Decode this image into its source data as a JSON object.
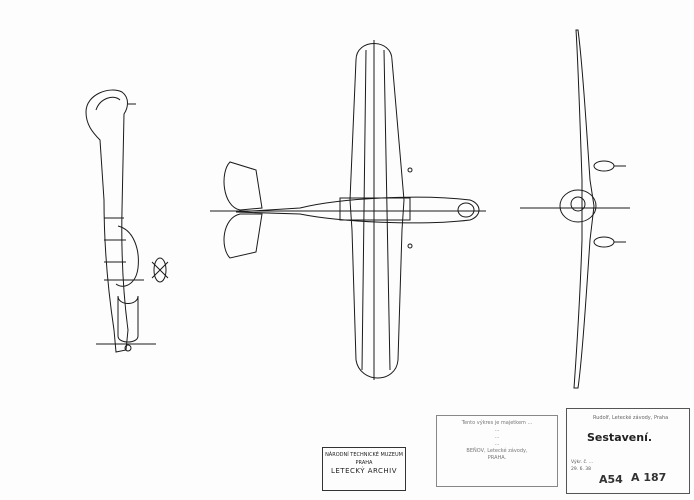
{
  "document": {
    "title": "Sestavení.",
    "drawing_number": "A 187",
    "sheet_code": "A54",
    "company_line": "Rudolf, Letecké závody, Praha",
    "meta_lines": [
      "Výkr. č. ...",
      "29. 6. 38"
    ],
    "museum_stamp": {
      "line1": "NÁRODNÍ TECHNICKÉ MUZEUM",
      "line2": "PRAHA",
      "line3": "LETECKÝ ARCHIV"
    },
    "notice_lines": [
      "Tento výkres je majetkem ...",
      "...",
      "...",
      "...",
      "BEŇOV, Letecké závody,",
      "PRAHA."
    ]
  },
  "colors": {
    "ink": "#1a1a1a",
    "faded": "#8a8a8a",
    "paper": "#fdfdfd"
  }
}
